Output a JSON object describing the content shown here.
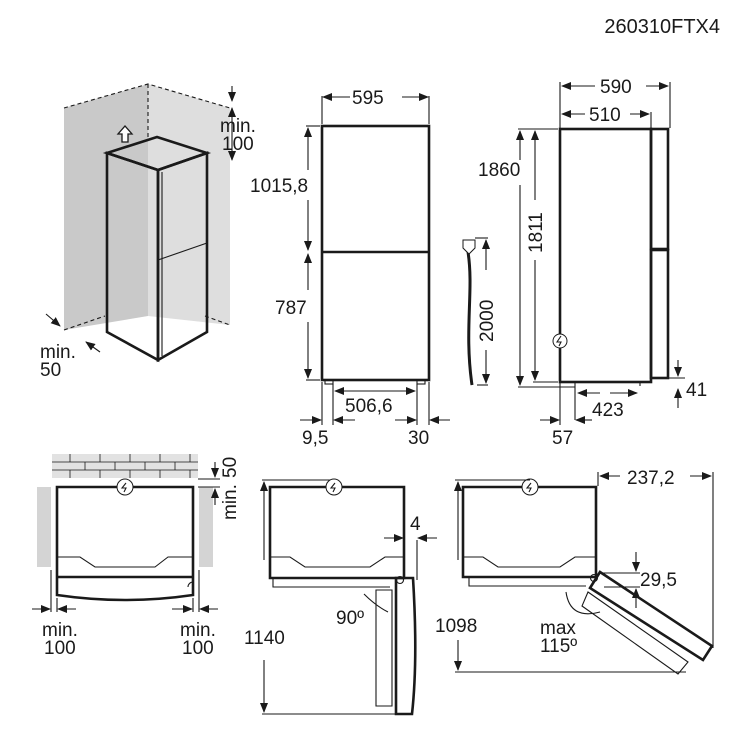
{
  "model_code": "260310FTX4",
  "iso_view": {
    "top_clearance": {
      "label": "min.",
      "value": "100"
    },
    "side_clearance": {
      "label": "min.",
      "value": "50"
    }
  },
  "front_view": {
    "width": "595",
    "upper_height": "1015,8",
    "lower_height": "787",
    "feet_span": "506,6",
    "left_offset": "9,5",
    "right_offset": "30"
  },
  "cable": {
    "length": "2000"
  },
  "side_view": {
    "total_depth": "590",
    "body_depth": "510",
    "total_height": "1860",
    "body_height": "1811",
    "feet_depth": "423",
    "rear_offset": "57",
    "door_bottom_offset": "41"
  },
  "top_view_clearance": {
    "rear": {
      "label": "min.",
      "value": "50"
    },
    "left": {
      "label": "min.",
      "value": "100"
    },
    "right": {
      "label": "min.",
      "value": "100"
    }
  },
  "door_90": {
    "depth": "1140",
    "gap": "4",
    "angle": "90º"
  },
  "door_115": {
    "depth": "1098",
    "overhang": "237,2",
    "offset": "29,5",
    "angle_label": "max",
    "angle": "115º"
  }
}
